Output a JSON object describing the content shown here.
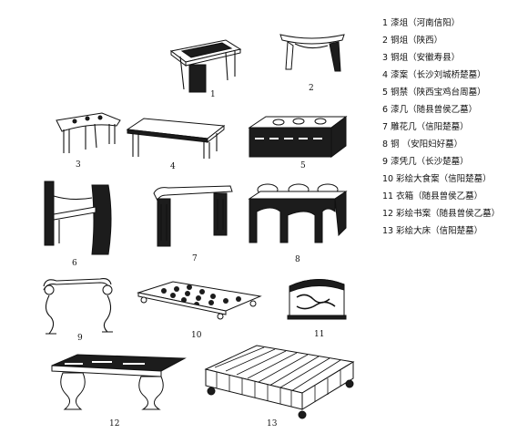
{
  "figure_numbers": [
    "1",
    "2",
    "3",
    "4",
    "5",
    "6",
    "7",
    "8",
    "9",
    "10",
    "11",
    "12",
    "13"
  ],
  "captions": [
    "1 漆俎（河南信阳）",
    "2 铜俎（陕西）",
    "3 铜俎（安徽寿县）",
    "4 漆案（长沙刘城桥楚墓）",
    "5 铜禁（陕西宝鸡台周墓）",
    "6 漆几（随县曾侯乙墓）",
    "7 雕花几（信阳楚墓）",
    "8 铜 （安阳妇好墓）",
    "9 漆凭几（长沙楚墓）",
    "10 彩绘大食案（信阳楚墓）",
    "11 衣箱（随县曾侯乙墓）",
    "12 彩绘书案（随县曾侯乙墓）",
    "13 彩绘大床（信阳楚墓）"
  ],
  "icons": {
    "fig1": "lacquer-zu-icon",
    "fig2": "bronze-zu-icon",
    "fig3": "bronze-zu-icon",
    "fig4": "lacquer-table-icon",
    "fig5": "bronze-stand-icon",
    "fig6": "lacquer-armrest-icon",
    "fig7": "carved-armrest-icon",
    "fig8": "bronze-cooking-stand-icon",
    "fig9": "leaning-armrest-icon",
    "fig10": "painted-food-table-icon",
    "fig11": "clothes-chest-icon",
    "fig12": "painted-desk-icon",
    "fig13": "painted-bed-icon"
  }
}
